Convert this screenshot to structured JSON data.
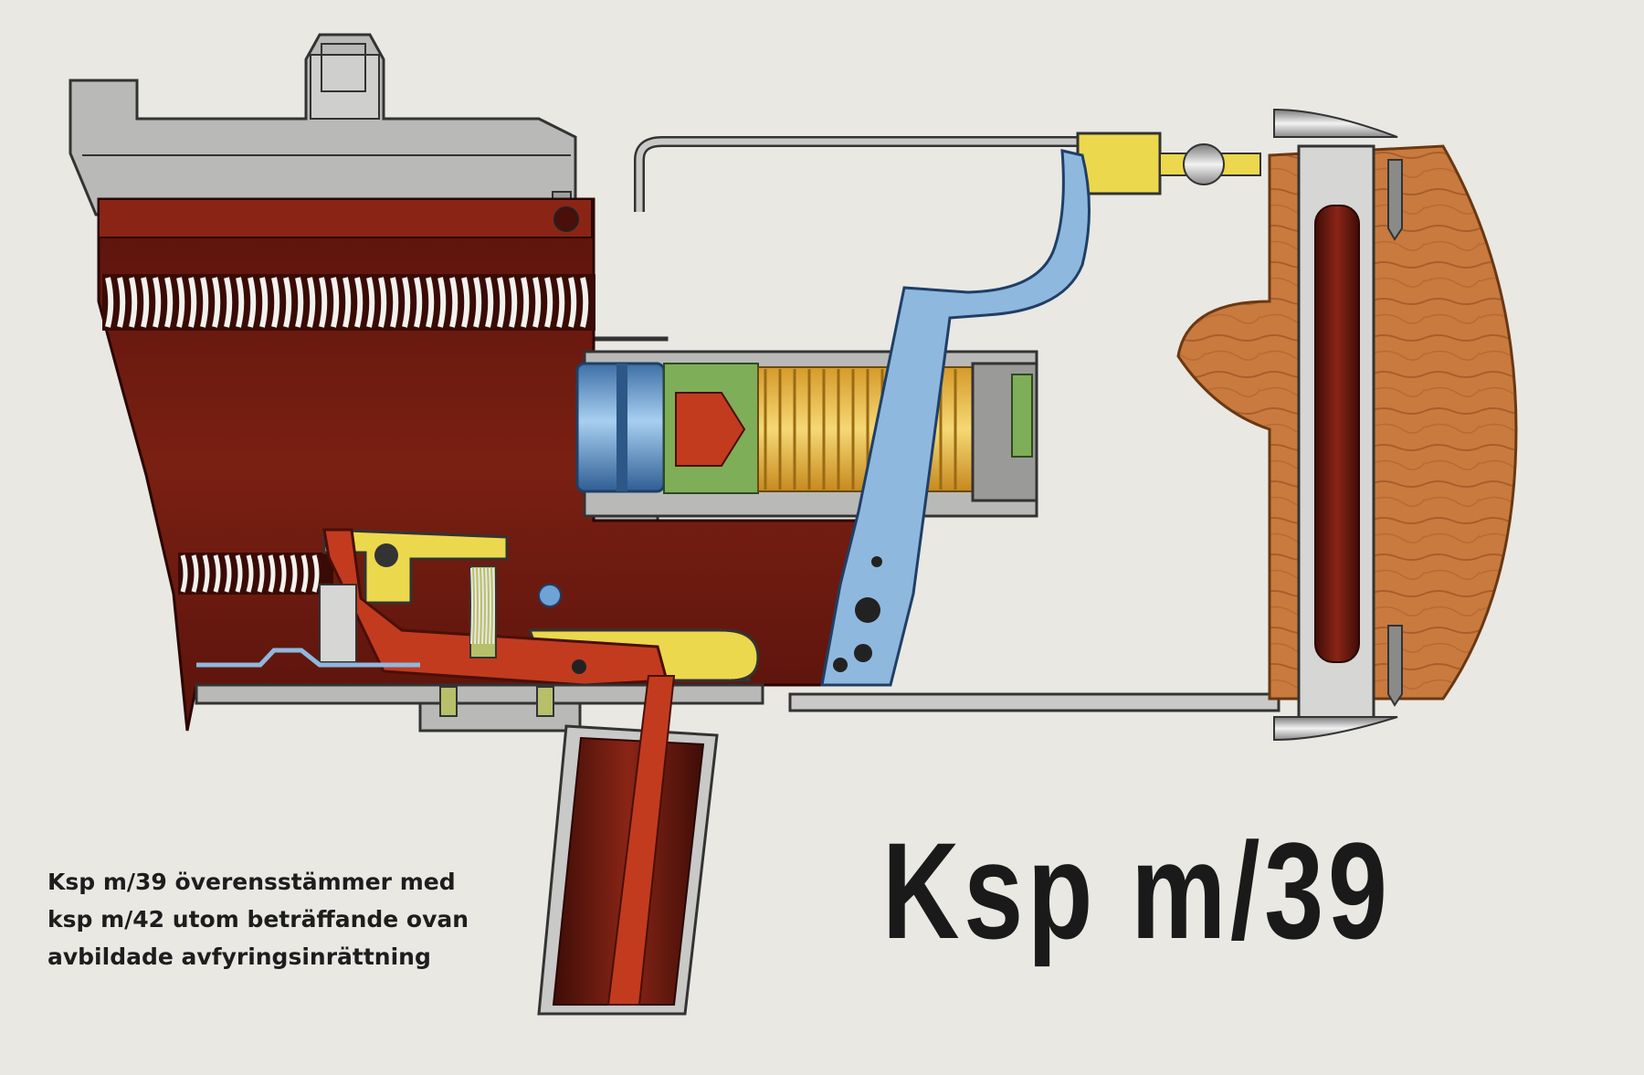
{
  "title": "Ksp m/39",
  "caption": {
    "lines": [
      "Ksp m/39 överensstämmer med",
      "ksp m/42 utom beträffande ovan",
      "avbildade avfyringsinrättning"
    ]
  },
  "colors": {
    "background": "#e9e8e3",
    "receiver_body": "#6e1a10",
    "steel_grey": "#b9b9b7",
    "trigger_blue": "#8fb8de",
    "cylinder_blue": "#5f93c9",
    "spring_gold": "#e0b23a",
    "sear_yellow": "#ecd84c",
    "lever_red": "#c23b1f",
    "cone_green": "#7fae59",
    "wood": "#c97a3e"
  }
}
